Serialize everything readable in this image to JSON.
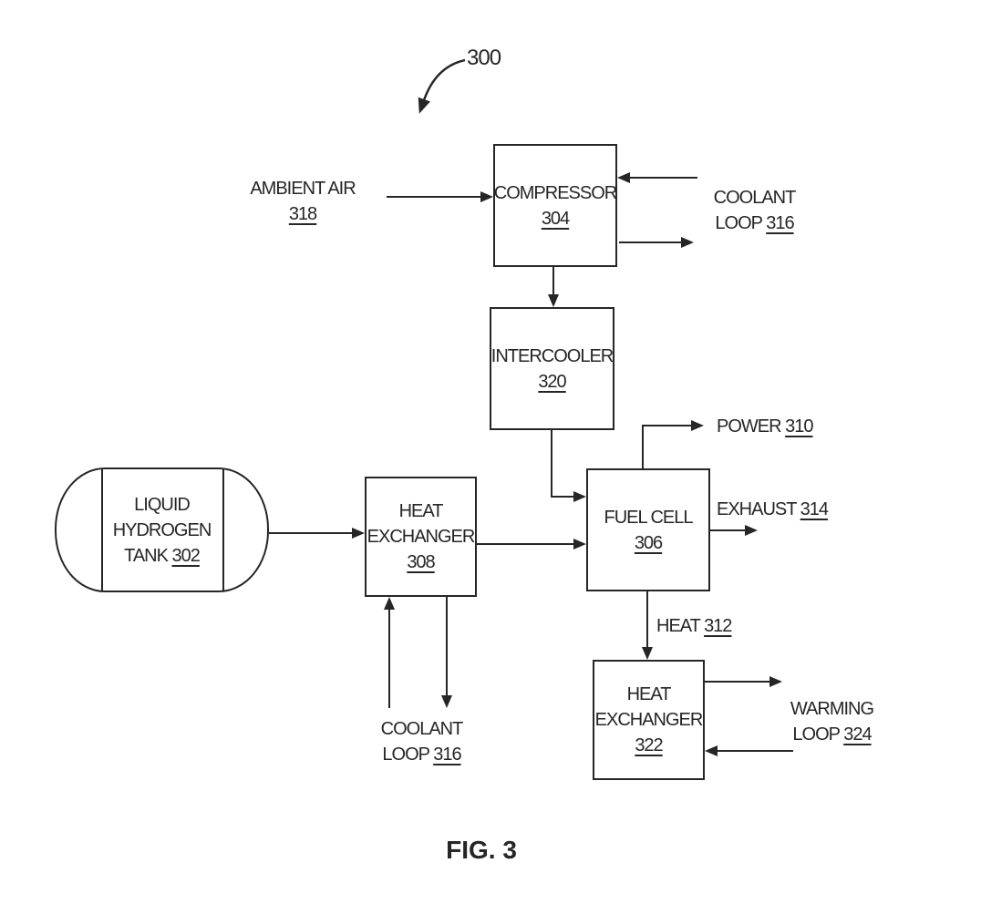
{
  "figure": {
    "reference_number": "300",
    "caption": "FIG. 3"
  },
  "boxes": {
    "tank": {
      "line1": "LIQUID",
      "line2": "HYDROGEN",
      "line3": "TANK",
      "ref": "302"
    },
    "compressor": {
      "title": "COMPRESSOR",
      "ref": "304"
    },
    "intercooler": {
      "title": "INTERCOOLER",
      "ref": "320"
    },
    "fuel_cell": {
      "title": "FUEL CELL",
      "ref": "306"
    },
    "heat_exchanger_308": {
      "line1": "HEAT",
      "line2": "EXCHANGER",
      "ref": "308"
    },
    "heat_exchanger_322": {
      "line1": "HEAT",
      "line2": "EXCHANGER",
      "ref": "322"
    }
  },
  "labels": {
    "ambient_air": {
      "text": "AMBIENT AIR",
      "ref": "318"
    },
    "coolant_loop_right": {
      "line1": "COOLANT",
      "line2": "LOOP",
      "ref": "316"
    },
    "coolant_loop_bottom": {
      "line1": "COOLANT",
      "line2": "LOOP",
      "ref": "316"
    },
    "power": {
      "text": "POWER",
      "ref": "310"
    },
    "exhaust": {
      "text": "EXHAUST",
      "ref": "314"
    },
    "heat": {
      "text": "HEAT",
      "ref": "312"
    },
    "warming_loop": {
      "line1": "WARMING",
      "line2": "LOOP",
      "ref": "324"
    }
  },
  "colors": {
    "ink": "#262626",
    "background": "#ffffff"
  }
}
